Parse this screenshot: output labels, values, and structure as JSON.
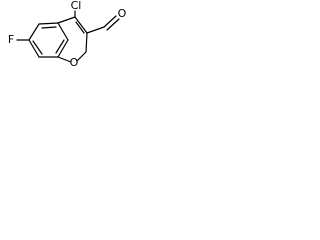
{
  "molecule": {
    "atoms": {
      "chlorine": "Cl",
      "fluorine": "F",
      "ring_oxygen": "O",
      "aldehyde_oxygen": "O"
    }
  }
}
